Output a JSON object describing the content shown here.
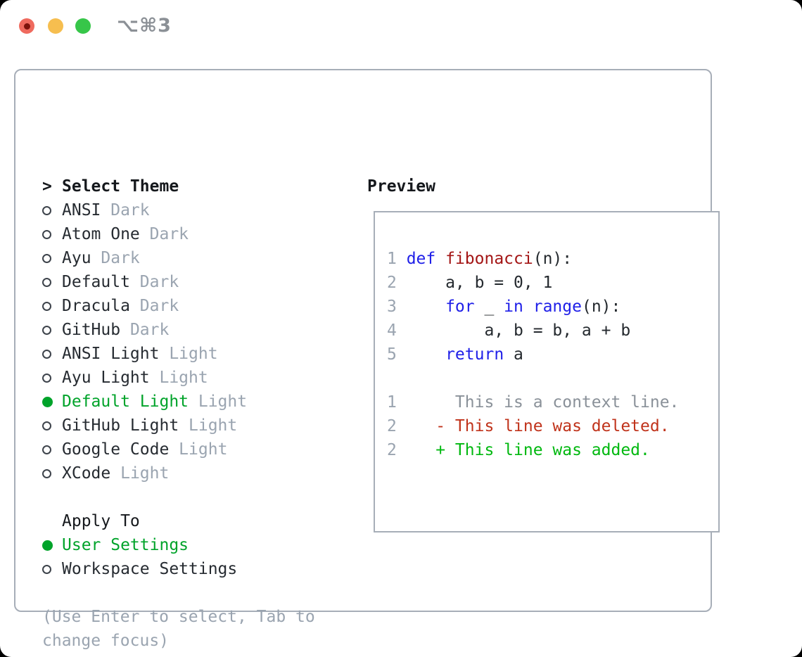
{
  "titlebar": {
    "shortcut": "⌥⌘3",
    "traffic_lights": [
      "close",
      "minimize",
      "zoom"
    ]
  },
  "theme_selector": {
    "title": "Select Theme",
    "prompt": ">",
    "items": [
      {
        "name": "ANSI",
        "variant": "Dark",
        "selected": false
      },
      {
        "name": "Atom One",
        "variant": "Dark",
        "selected": false
      },
      {
        "name": "Ayu",
        "variant": "Dark",
        "selected": false
      },
      {
        "name": "Default",
        "variant": "Dark",
        "selected": false
      },
      {
        "name": "Dracula",
        "variant": "Dark",
        "selected": false
      },
      {
        "name": "GitHub",
        "variant": "Dark",
        "selected": false
      },
      {
        "name": "ANSI Light",
        "variant": "Light",
        "selected": false
      },
      {
        "name": "Ayu Light",
        "variant": "Light",
        "selected": false
      },
      {
        "name": "Default Light",
        "variant": "Light",
        "selected": true
      },
      {
        "name": "GitHub Light",
        "variant": "Light",
        "selected": false
      },
      {
        "name": "Google Code",
        "variant": "Light",
        "selected": false
      },
      {
        "name": "XCode",
        "variant": "Light",
        "selected": false
      }
    ]
  },
  "apply_to": {
    "title": "Apply To",
    "options": [
      {
        "label": "User Settings",
        "selected": true
      },
      {
        "label": "Workspace Settings",
        "selected": false
      }
    ]
  },
  "help": {
    "line1": "(Use Enter to select, Tab to",
    "line2": "change focus)"
  },
  "preview": {
    "title": "Preview",
    "lines": [
      {
        "num": "1",
        "segments": [
          {
            "t": "def",
            "s": "kw"
          },
          {
            "t": " ",
            "s": "pl"
          },
          {
            "t": "fibonacci",
            "s": "fn"
          },
          {
            "t": "(n):",
            "s": "pl"
          }
        ]
      },
      {
        "num": "2",
        "segments": [
          {
            "t": "    a, b = 0, 1",
            "s": "pl"
          }
        ]
      },
      {
        "num": "3",
        "segments": [
          {
            "t": "    ",
            "s": "pl"
          },
          {
            "t": "for",
            "s": "kw"
          },
          {
            "t": " _ ",
            "s": "pl"
          },
          {
            "t": "in",
            "s": "kw"
          },
          {
            "t": " ",
            "s": "pl"
          },
          {
            "t": "range",
            "s": "kw"
          },
          {
            "t": "(n):",
            "s": "pl"
          }
        ]
      },
      {
        "num": "4",
        "segments": [
          {
            "t": "        a, b = b, a + b",
            "s": "pl"
          }
        ]
      },
      {
        "num": "5",
        "segments": [
          {
            "t": "    ",
            "s": "pl"
          },
          {
            "t": "return",
            "s": "kw"
          },
          {
            "t": " a",
            "s": "pl"
          }
        ]
      },
      {
        "num": "",
        "segments": []
      },
      {
        "num": "1",
        "segments": [
          {
            "t": "     This is a context line.",
            "s": "ctx"
          }
        ]
      },
      {
        "num": "2",
        "segments": [
          {
            "t": "   - This line was deleted.",
            "s": "del"
          }
        ]
      },
      {
        "num": "2",
        "segments": [
          {
            "t": "   + This line was added.",
            "s": "add"
          }
        ]
      }
    ]
  },
  "colors": {
    "traffic_red": "#ef6a5e",
    "traffic_red_dot": "#7d130b",
    "traffic_yellow": "#f6be4f",
    "traffic_green": "#37c649",
    "shortcut": "#8b9096",
    "border": "#a7aeb8",
    "title": "#15181c",
    "text": "#262b31",
    "variant": "#9aa4b0",
    "green": "#00a32a",
    "help": "#9aa4b0",
    "num": "#9aa4b0",
    "code": "#24292e",
    "keyword": "#1f1fe8",
    "function": "#a31515",
    "context": "#8a9199",
    "deleted": "#c0331b",
    "added": "#00b80f"
  }
}
